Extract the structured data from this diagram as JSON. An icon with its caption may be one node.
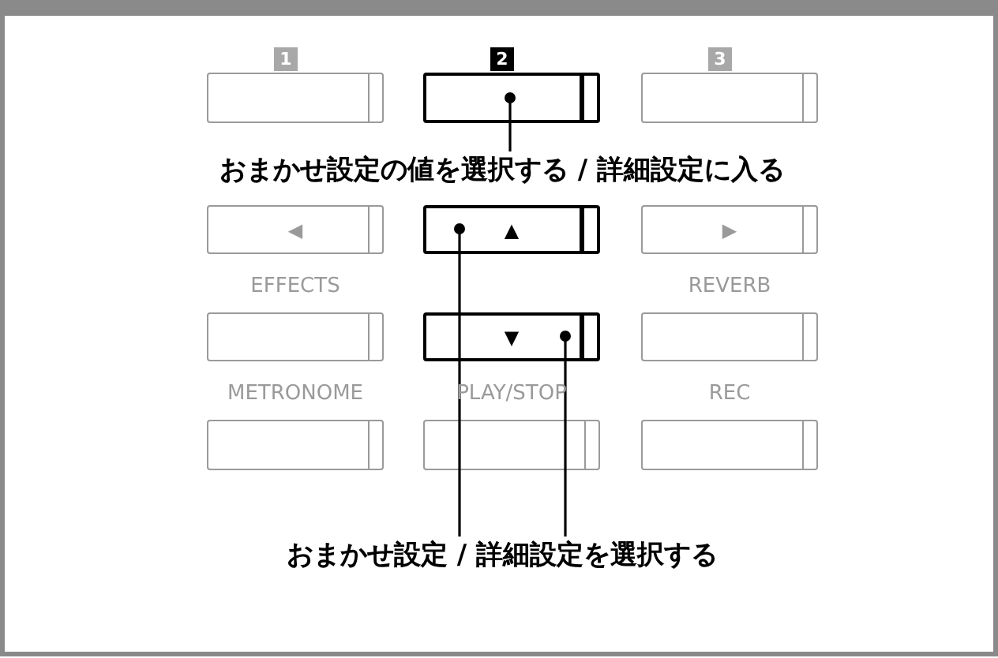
{
  "diagram": {
    "nodes": [
      {
        "text": [],
        "shape": "box"
      },
      {
        "text": [],
        "shape": "box"
      },
      {
        "text": [],
        "shape": "box"
      },
      {
        "text": [
          "おまかせ設定の値を選択する / 詳細設定に入る"
        ]
      },
      {
        "text": [
          "◀"
        ]
      },
      {
        "text": [
          "▲"
        ]
      },
      {
        "text": [
          "▶"
        ]
      },
      {
        "text": [],
        "shape": "box"
      },
      {
        "text": [
          "▼"
        ]
      },
      {
        "text": [],
        "shape": "box"
      },
      {
        "text": [],
        "shape": "box"
      },
      {
        "text": [],
        "shape": "box"
      },
      {
        "text": [],
        "shape": "box"
      },
      {
        "text": [
          "おまかせ設定 / 詳細設定を選択する"
        ]
      }
    ],
    "edges": [
      {
        "from": 3,
        "to": 1,
        "arrow": "other"
      },
      {
        "from": 13,
        "to": 5,
        "arrow": "other"
      },
      {
        "from": 13,
        "to": 8,
        "arrow": "other"
      }
    ],
    "labels": [
      "1",
      "2",
      "3",
      "EFFECTS",
      "REVERB",
      "METRONOME",
      "PLAY/STOP",
      "REC"
    ]
  }
}
